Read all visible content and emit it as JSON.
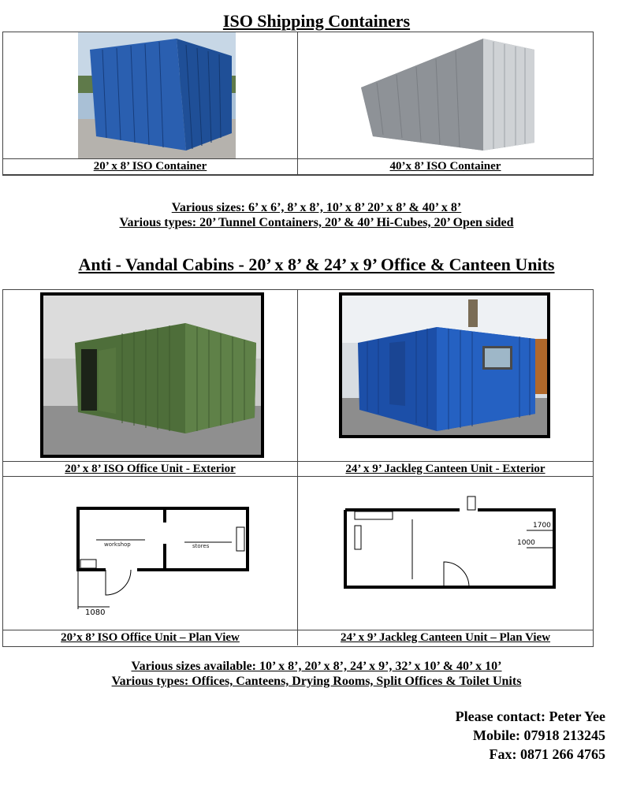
{
  "sections": {
    "iso_title": "ISO Shipping Containers",
    "cabins_title": "Anti - Vandal Cabins - 20’ x 8’  & 24’ x 9’ Office & Canteen Units"
  },
  "iso": {
    "left_caption": "20’ x 8’ ISO Container",
    "right_caption": "40’x 8’ ISO Container",
    "sizes_note": "Various sizes: 6’ x 6’, 8’ x 8’, 10’ x 8’ 20’ x 8’ & 40’ x 8’",
    "types_note": "Various types: 20’ Tunnel Containers, 20’ & 40’ Hi-Cubes, 20’ Open sided"
  },
  "cabins": {
    "office_exterior_caption": "20’ x 8’ ISO Office Unit - Exterior",
    "canteen_exterior_caption": "24’ x 9’ Jackleg Canteen Unit - Exterior",
    "office_plan_caption": "20’x 8’ ISO Office Unit – Plan View",
    "canteen_plan_caption": "24’ x 9’ Jackleg Canteen Unit – Plan View",
    "office_plan": {
      "workshop": "workshop",
      "stores": "stores",
      "dim": "1080"
    },
    "canteen_plan": {
      "dim_a": "1700",
      "dim_b": "1000"
    },
    "sizes_note": "Various sizes available: 10’ x 8’, 20’ x 8’, 24’ x 9’, 32’ x 10’ & 40’ x 10’",
    "types_note": "Various types: Offices, Canteens, Drying Rooms, Split Offices & Toilet Units"
  },
  "contact": {
    "name": "Please contact: Peter Yee",
    "mobile": "Mobile: 07918 213245",
    "fax": "Fax: 0871 266 4765"
  },
  "colors": {
    "container_blue": "#2a5fb0",
    "container_grey": "#b9bcc0",
    "cabin_green": "#4e6e3a",
    "cabin_blue": "#1c4fa8",
    "plan_line": "#000000"
  }
}
